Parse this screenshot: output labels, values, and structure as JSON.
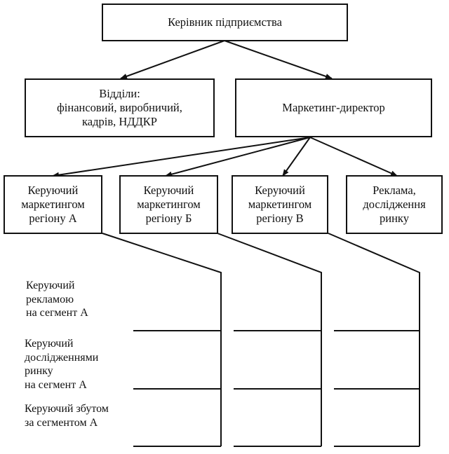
{
  "diagram": {
    "type": "org-chart",
    "top": {
      "label": "Керівник підприємства"
    },
    "level2": {
      "departments": {
        "lines": [
          "Відділи:",
          "фінансовий, виробничий,",
          "кадрів, НДДКР"
        ]
      },
      "marketing_director": {
        "label": "Маркетинг-директор"
      }
    },
    "level3": [
      {
        "id": "region-a",
        "lines": [
          "Керуючий",
          "маркетингом",
          "регіону А"
        ]
      },
      {
        "id": "region-b",
        "lines": [
          "Керуючий",
          "маркетингом",
          "регіону Б"
        ]
      },
      {
        "id": "region-v",
        "lines": [
          "Керуючий",
          "маркетингом",
          "регіону В"
        ]
      },
      {
        "id": "advertising-research",
        "lines": [
          "Реклама,",
          "дослідження",
          "ринку"
        ]
      }
    ],
    "segment_roles": [
      {
        "lines": [
          "Керуючий",
          "рекламою",
          "на сегмент А"
        ]
      },
      {
        "lines": [
          "Керуючий",
          "дослідженнями",
          "ринку",
          "на сегмент А"
        ]
      },
      {
        "lines": [
          "Керуючий збутом",
          "за сегментом А"
        ]
      }
    ],
    "edges": [
      {
        "from": "top",
        "to": "departments",
        "arrow": true
      },
      {
        "from": "top",
        "to": "marketing-director",
        "arrow": true
      },
      {
        "from": "marketing-director",
        "to": "region-a",
        "arrow": true
      },
      {
        "from": "marketing-director",
        "to": "region-b",
        "arrow": true
      },
      {
        "from": "marketing-director",
        "to": "region-v",
        "arrow": true
      },
      {
        "from": "marketing-director",
        "to": "advertising-research",
        "arrow": true
      },
      {
        "from": "region-a",
        "to": "segment-roles",
        "arrow": false
      },
      {
        "from": "region-b",
        "to": "segment-roles",
        "arrow": false
      },
      {
        "from": "region-v",
        "to": "segment-roles",
        "arrow": false
      }
    ],
    "colors": {
      "line": "#111111",
      "background": "#ffffff"
    }
  }
}
